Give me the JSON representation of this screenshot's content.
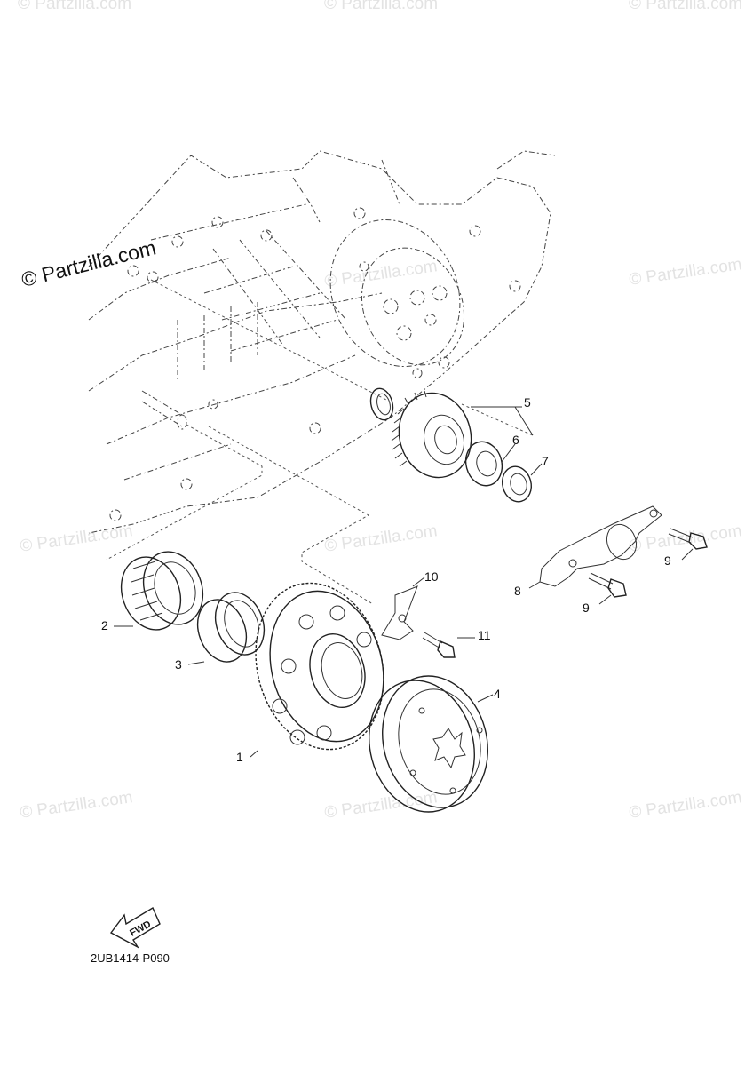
{
  "watermark": {
    "text": "© Partzilla.com",
    "color": "#e3e3e3"
  },
  "diagram_code": "2UB1414-P090",
  "fwd_label": "FWD",
  "callouts": [
    {
      "id": "1",
      "label": "1"
    },
    {
      "id": "2",
      "label": "2"
    },
    {
      "id": "3",
      "label": "3"
    },
    {
      "id": "4",
      "label": "4"
    },
    {
      "id": "5",
      "label": "5"
    },
    {
      "id": "6",
      "label": "6"
    },
    {
      "id": "7",
      "label": "7"
    },
    {
      "id": "8",
      "label": "8"
    },
    {
      "id": "9a",
      "label": "9"
    },
    {
      "id": "9b",
      "label": "9"
    },
    {
      "id": "10",
      "label": "10"
    },
    {
      "id": "11",
      "label": "11"
    }
  ]
}
